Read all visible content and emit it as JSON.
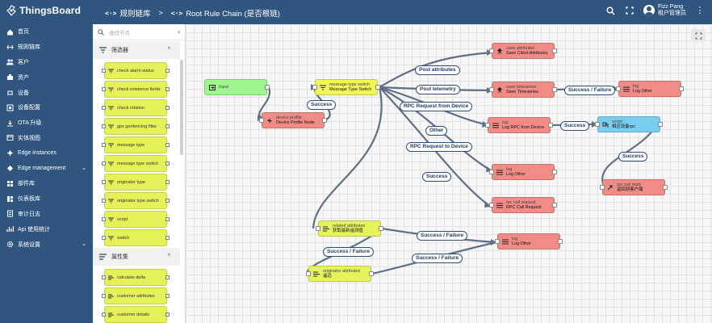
{
  "brand": {
    "name": "ThingsBoard"
  },
  "breadcrumb": [
    {
      "label": "规则链库",
      "icon": "<·>"
    },
    {
      "label": "Root Rule Chain (是否根链)",
      "icon": "<·>"
    }
  ],
  "breadcrumb_separator": ">",
  "user": {
    "name": "Fizz Pang",
    "role": "租户管理员"
  },
  "nav": {
    "items": [
      {
        "label": "首页",
        "icon": "home-icon"
      },
      {
        "label": "规则链库",
        "icon": "rule-chain-icon"
      },
      {
        "label": "客户",
        "icon": "customers-icon"
      },
      {
        "label": "资产",
        "icon": "assets-icon"
      },
      {
        "label": "设备",
        "icon": "devices-icon"
      },
      {
        "label": "设备配置",
        "icon": "device-profiles-icon"
      },
      {
        "label": "OTA 升级",
        "icon": "ota-icon"
      },
      {
        "label": "实体视图",
        "icon": "entity-view-icon"
      },
      {
        "label": "Edge instances",
        "icon": "edge-icon"
      },
      {
        "label": "Edge management",
        "icon": "edge-management-icon",
        "expandable": true
      },
      {
        "label": "部件库",
        "icon": "widgets-icon"
      },
      {
        "label": "仪表板库",
        "icon": "dashboards-icon"
      },
      {
        "label": "审计日志",
        "icon": "audit-icon"
      },
      {
        "label": "Api 使用统计",
        "icon": "api-usage-icon"
      },
      {
        "label": "系统设置",
        "icon": "settings-icon",
        "expandable": true
      }
    ]
  },
  "library": {
    "search_placeholder": "查找节点",
    "sections": [
      {
        "title": "筛选器",
        "nodes": [
          "check alarm status",
          "check existence fields",
          "check relation",
          "gps geofencing filter",
          "message type",
          "message type switch",
          "originator type",
          "originator type switch",
          "script",
          "switch"
        ]
      },
      {
        "title": "属性集",
        "nodes": [
          "calculate delta",
          "customer attributes",
          "customer details"
        ]
      }
    ]
  },
  "canvas": {
    "nodes": {
      "input": {
        "type": "Input",
        "name": ""
      },
      "device_profile": {
        "type": "device profile",
        "name": "Device Profile Node"
      },
      "msg_switch": {
        "type": "message type switch",
        "name": "Message Type Switch"
      },
      "save_attrs": {
        "type": "save attributes",
        "name": "Save Client Attributes"
      },
      "save_ts": {
        "type": "save timeseries",
        "name": "Save Timeseries"
      },
      "log_other_1": {
        "type": "log",
        "name": "Log Other"
      },
      "log_rpc": {
        "type": "log",
        "name": "Log RPC from Device"
      },
      "script": {
        "type": "script",
        "name": "相应设备rpc"
      },
      "log_other_2": {
        "type": "log",
        "name": "Log Other"
      },
      "rpc_reply": {
        "type": "rpc call reply",
        "name": "返回到客户端"
      },
      "rpc_request": {
        "type": "rpc call request",
        "name": "RPC Call Request"
      },
      "related_attrs": {
        "type": "related attributes",
        "name": "获取最新遥测值"
      },
      "log_other_3": {
        "type": "log",
        "name": "Log Other"
      },
      "originator_attrs": {
        "type": "originator attributes",
        "name": "遥远"
      }
    },
    "edge_labels": {
      "success_1": "Success",
      "post_attributes": "Post attributes",
      "post_telemetry": "Post telemetry",
      "rpc_from_device": "RPC Request from Device",
      "other": "Other",
      "rpc_to_device": "RPC Request to Device",
      "success_failure_1": "Success / Failure",
      "success_2": "Success",
      "success_3": "Success",
      "success_4": "Success",
      "success_failure_2": "Success / Failure",
      "success_failure_3": "Success / Failure",
      "success_failure_4": "Success / Failure"
    }
  },
  "colors": {
    "topbar": "#305680",
    "filter_node": "#f1f65a",
    "action_node": "#f08c85",
    "input_node": "#9df78e",
    "transform_node": "#79cef0",
    "enrichment_node": "#e6f35c",
    "edge_label_border": "#2d4e80"
  }
}
